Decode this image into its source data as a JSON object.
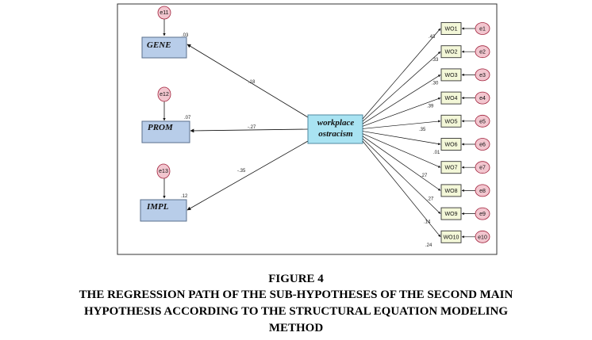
{
  "latent": {
    "gene": {
      "label": "GENE",
      "error": "e11",
      "r2": ".03",
      "coef": ".18"
    },
    "prom": {
      "label": "PROM",
      "error": "e12",
      "r2": ".07",
      "coef": "-.27"
    },
    "impl": {
      "label": "IMPL",
      "error": "e13",
      "r2": ".12",
      "coef": "-.35"
    }
  },
  "exogenous": {
    "line1": "workplace",
    "line2": "ostracism"
  },
  "indicators": [
    {
      "label": "WO1",
      "error": "e1",
      "loading": ".43"
    },
    {
      "label": "WO2",
      "error": "e2",
      "loading": ".33"
    },
    {
      "label": "WO3",
      "error": "e3",
      "loading": ".30"
    },
    {
      "label": "WO4",
      "error": "e4",
      "loading": ".39"
    },
    {
      "label": "WO5",
      "error": "e5",
      "loading": ".35"
    },
    {
      "label": "WO6",
      "error": "e6",
      "loading": ".01"
    },
    {
      "label": "WO7",
      "error": "e7",
      "loading": ".27"
    },
    {
      "label": "WO8",
      "error": "e8",
      "loading": ".27"
    },
    {
      "label": "WO9",
      "error": "e9",
      "loading": ".14"
    },
    {
      "label": "WO10",
      "error": "e10",
      "loading": ".24"
    }
  ],
  "caption": {
    "label": "FIGURE 4",
    "line1": "THE REGRESSION PATH OF THE SUB-HYPOTHESES OF THE SECOND MAIN",
    "line2": "HYPOTHESIS ACCORDING TO THE STRUCTURAL EQUATION MODELING",
    "line3": "METHOD"
  },
  "colors": {
    "latent_fill": "#b8cde9",
    "exogenous_fill": "#a9e3f2",
    "indicator_fill": "#f3f7d8",
    "error_fill": "#f2c6cf",
    "error_stroke": "#a0203a",
    "frame": "#333333"
  }
}
